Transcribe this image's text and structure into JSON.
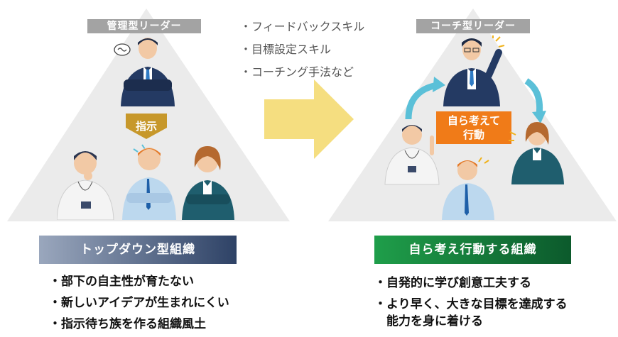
{
  "left": {
    "tag": "管理型リーダー",
    "instruction": "指示",
    "banner": "トップダウン型組織",
    "bullets": [
      "・部下の自主性が育たない",
      "・新しいアイデアが生まれにくい",
      "・指示待ち族を作る組織風土"
    ]
  },
  "middle": {
    "skills": [
      "・フィードバックスキル",
      "・目標設定スキル",
      "・コーチング手法など"
    ]
  },
  "right": {
    "tag": "コーチ型リーダー",
    "center_label": [
      "自ら考えて",
      "行動"
    ],
    "banner": "自ら考え行動する組織",
    "bullets": [
      "・自発的に学び創意工夫する",
      "・より早く、大きな目標を達成する",
      "　能力を身に着ける"
    ]
  },
  "colors": {
    "triangle": "#ebebeb",
    "tag_gray": "#a3a3a3",
    "arrow_yellow": "#f5de80",
    "instruction_gold": "#c7982b",
    "left_banner_start": "#9aa7bd",
    "left_banner_end": "#2e4266",
    "right_banner_start": "#1f9e4a",
    "right_banner_end": "#0c5a2c",
    "label_orange": "#f07b18",
    "cycle_blue": "#5bc0d8",
    "suit_navy": "#243a63"
  }
}
